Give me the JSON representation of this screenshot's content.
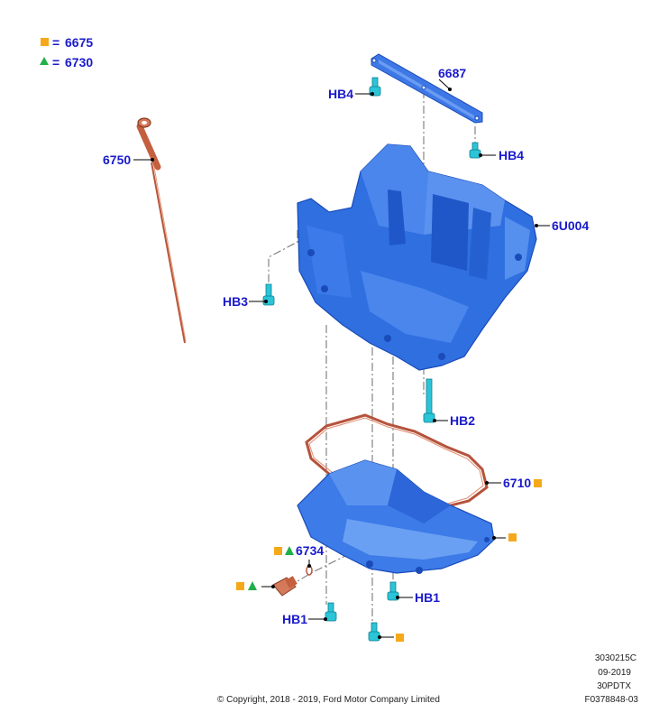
{
  "legend": {
    "square_code": "6675",
    "triangle_code": "6730",
    "equals": "="
  },
  "callouts": {
    "p6687": "6687",
    "hb4_top": "HB4",
    "hb4_right": "HB4",
    "p6750": "6750",
    "p6u004": "6U004",
    "hb3": "HB3",
    "hb2": "HB2",
    "p6710": "6710",
    "p6734": "6734",
    "hb1_right": "HB1",
    "hb1_left": "HB1"
  },
  "footer": {
    "copyright": "© Copyright, 2018 - 2019, Ford Motor Company Limited",
    "code1": "3030215C",
    "date": "09-2019",
    "code2": "30PDTX",
    "code3": "F0378848-03"
  },
  "colors": {
    "part_blue": "#2f6fe0",
    "part_blue_dark": "#1a4bb8",
    "fastener_cyan": "#2bc4d8",
    "gasket_brown": "#b5533c",
    "dipstick_orange": "#d47a5a",
    "symbol_square": "#f5a91a",
    "symbol_triangle": "#1fb04a",
    "callout_text": "#1a1acc"
  },
  "symbols": {
    "square": "orange-square-symbol",
    "triangle": "green-triangle-symbol"
  }
}
